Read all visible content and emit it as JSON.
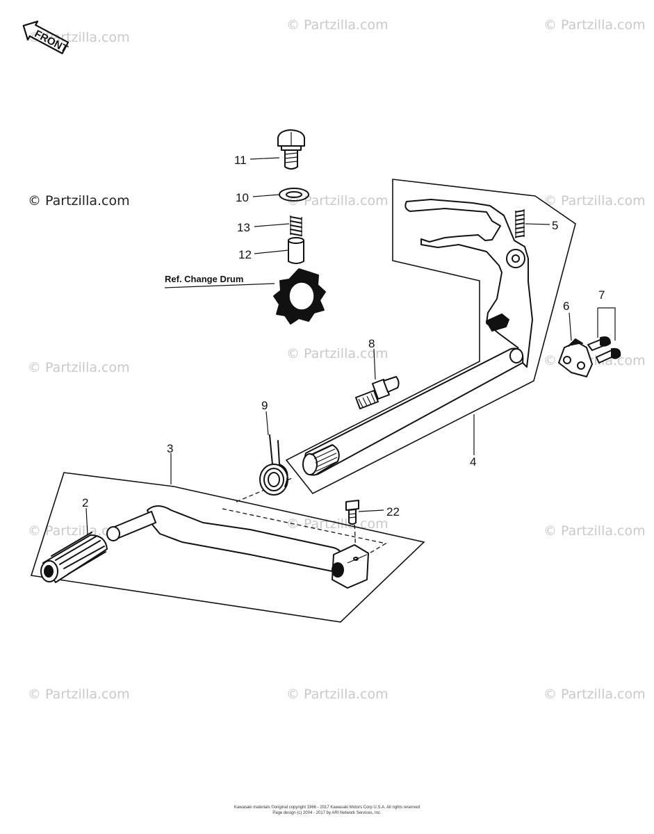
{
  "front_marker": "FRONT",
  "watermark_text": "© Partzilla.com",
  "ref_label": "Ref. Change Drum",
  "callouts": [
    "11",
    "10",
    "13",
    "12",
    "5",
    "6",
    "7",
    "8",
    "9",
    "3",
    "4",
    "2",
    "22"
  ],
  "footer": {
    "line1": "Kawasaki materials ©original copyright 1966 - 2017 Kawasaki Motors Corp U.S.A. All rights reserved",
    "line2": "Page design (c) 2004 - 2017 by ARI Network Services, Inc."
  }
}
